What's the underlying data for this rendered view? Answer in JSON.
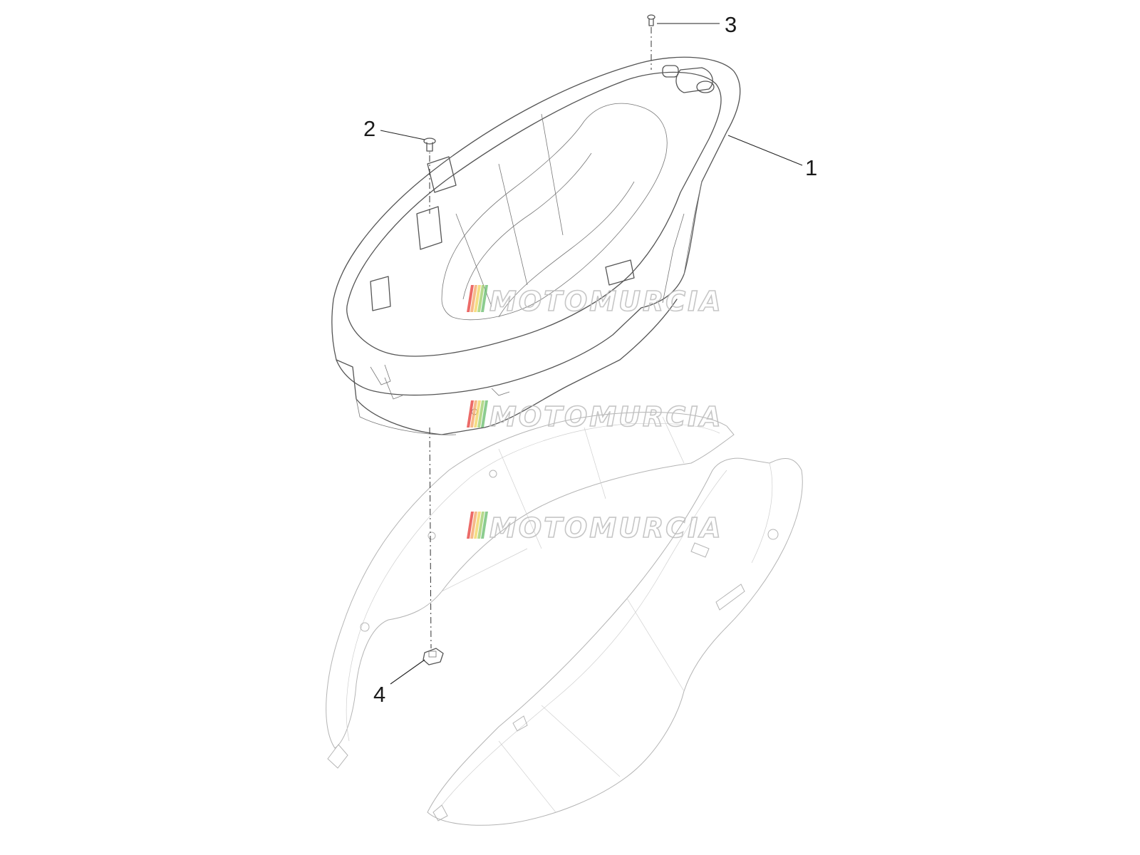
{
  "callouts": [
    {
      "number": "1"
    },
    {
      "number": "2"
    },
    {
      "number": "3"
    },
    {
      "number": "4"
    }
  ],
  "watermark": {
    "text": "MOTOMURCIA",
    "stripe_colors": [
      "#e53935",
      "#f4a261",
      "#f2d35b",
      "#9ccc65",
      "#66bb6a"
    ]
  }
}
